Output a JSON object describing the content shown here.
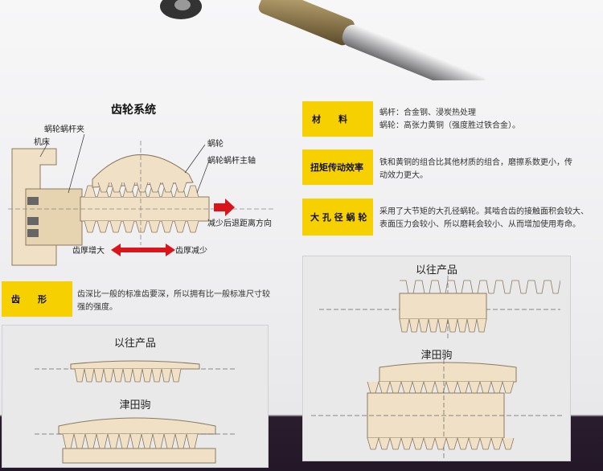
{
  "diagram": {
    "title": "齿轮系统",
    "labels": {
      "holder": "蜗轮蜗杆夹",
      "bed": "机床",
      "worm_wheel": "蜗轮",
      "shaft": "蜗轮蜗杆主轴",
      "backlash": "减少后退距离方向",
      "thick_up": "齿厚增大",
      "thick_down": "齿厚减少"
    }
  },
  "features": [
    {
      "label": "材　　料",
      "desc": [
        "蜗杆：合金钢、浸炭热处理",
        "蜗轮：高张力黄铜（强度胜过铁合金）。"
      ]
    },
    {
      "label": "扭矩传动效率",
      "desc": [
        "铁和黄铜的组合比其他材质的组合，磨擦系数更小，传",
        "动效力更大。"
      ]
    },
    {
      "label": "大 孔 径 蜗 轮",
      "desc": [
        "采用了大节矩的大孔径蜗轮。其啮合齿的接触面积会较大、",
        "表面压力会较小、所以磨耗会较小、从而增加使用寿命。"
      ]
    },
    {
      "label": "齿　　形",
      "desc": [
        "齿深比一般的标准齿要深，所以拥有比一般标准尺寸较",
        "强的强度。"
      ]
    }
  ],
  "panels": {
    "left": {
      "top_label": "以往产品",
      "bottom_label": "津田驹"
    },
    "right": {
      "top_label": "以往产品",
      "bottom_label": "津田驹"
    }
  },
  "colors": {
    "accent": "#f7d000",
    "arrow": "#d9141b",
    "gear": "#efe0c6",
    "gear_edge": "#8c7a5f"
  }
}
